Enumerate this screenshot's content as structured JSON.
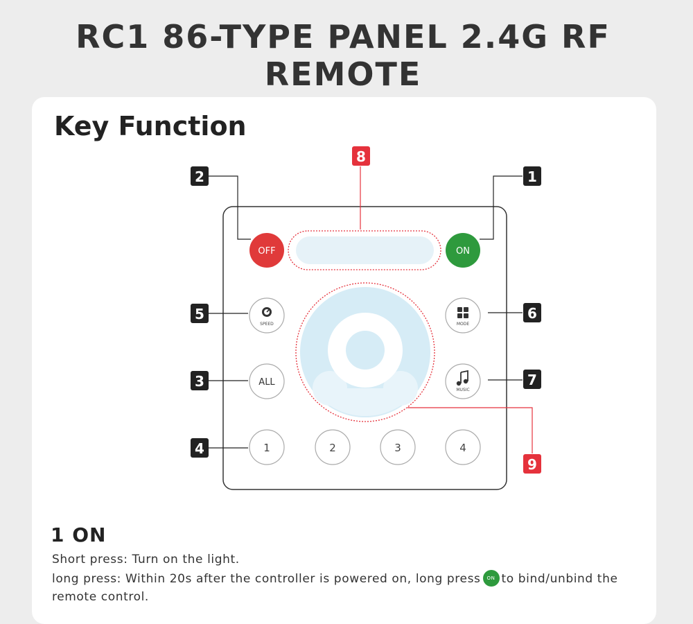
{
  "page_title": "RC1 86-TYPE PANEL 2.4G RF REMOTE",
  "section_title": "Key Function",
  "callouts": {
    "c1": "1",
    "c2": "2",
    "c3": "3",
    "c4": "4",
    "c5": "5",
    "c6": "6",
    "c7": "7",
    "c8": "8",
    "c9": "9"
  },
  "buttons": {
    "off": "OFF",
    "on": "ON",
    "speed": "SPEED",
    "mode": "MODE",
    "all": "ALL",
    "music": "MUSIC",
    "zone1": "1",
    "zone2": "2",
    "zone3": "3",
    "zone4": "4"
  },
  "icons": {
    "speed": "speedometer-icon",
    "mode": "grid-icon",
    "music": "music-note-icon"
  },
  "colors": {
    "off_button": "#e03a3a",
    "on_button": "#2e9a3d",
    "callout_dark": "#222222",
    "callout_red": "#e5323c",
    "wheel": "#d6ecf6"
  },
  "description": {
    "heading": "1 ON",
    "line1": "Short press: Turn on the light.",
    "line2_before": "long press: Within 20s after the controller is powered on, long press",
    "line2_icon": "ON",
    "line2_after": "to bind/unbind the",
    "line3": "remote control."
  }
}
